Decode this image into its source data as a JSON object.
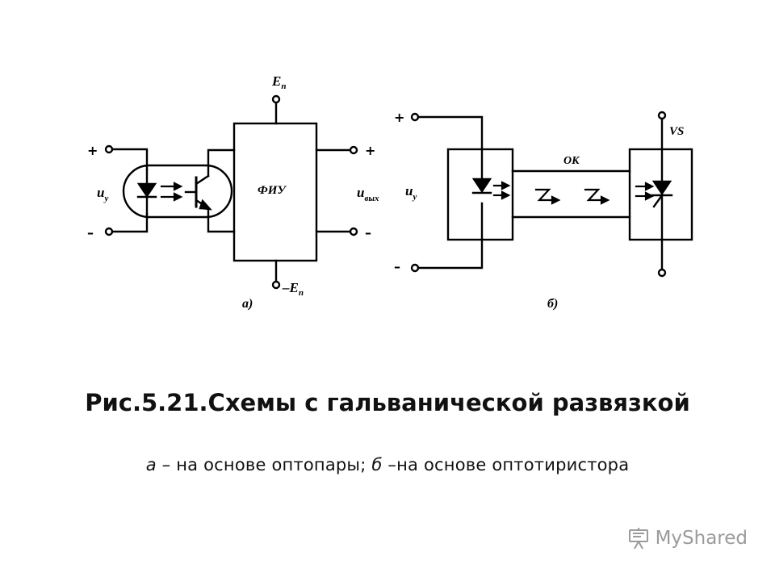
{
  "diagram_a": {
    "supply_pos": "E",
    "supply_pos_sub": "п",
    "supply_neg": "–E",
    "supply_neg_sub": "п",
    "input_plus": "+",
    "input_minus": "–",
    "input_label": "u",
    "input_label_sub": "у",
    "block_label": "ФИУ",
    "output_plus": "+",
    "output_minus": "–",
    "output_label": "u",
    "output_label_sub": "вых",
    "figure_label": "а)"
  },
  "diagram_b": {
    "input_plus": "+",
    "input_minus": "–",
    "input_label": "u",
    "input_label_sub": "у",
    "channel_label": "ОК",
    "thyristor_label": "VS",
    "figure_label": "б)"
  },
  "caption": {
    "title": "Рис.5.21.Схемы с гальванической развязкой",
    "part_a": "а",
    "text_a": " – на основе оптопары; ",
    "part_b": "б",
    "text_b": " –на основе оптотиристора"
  },
  "watermark": {
    "text": "MyShared"
  }
}
